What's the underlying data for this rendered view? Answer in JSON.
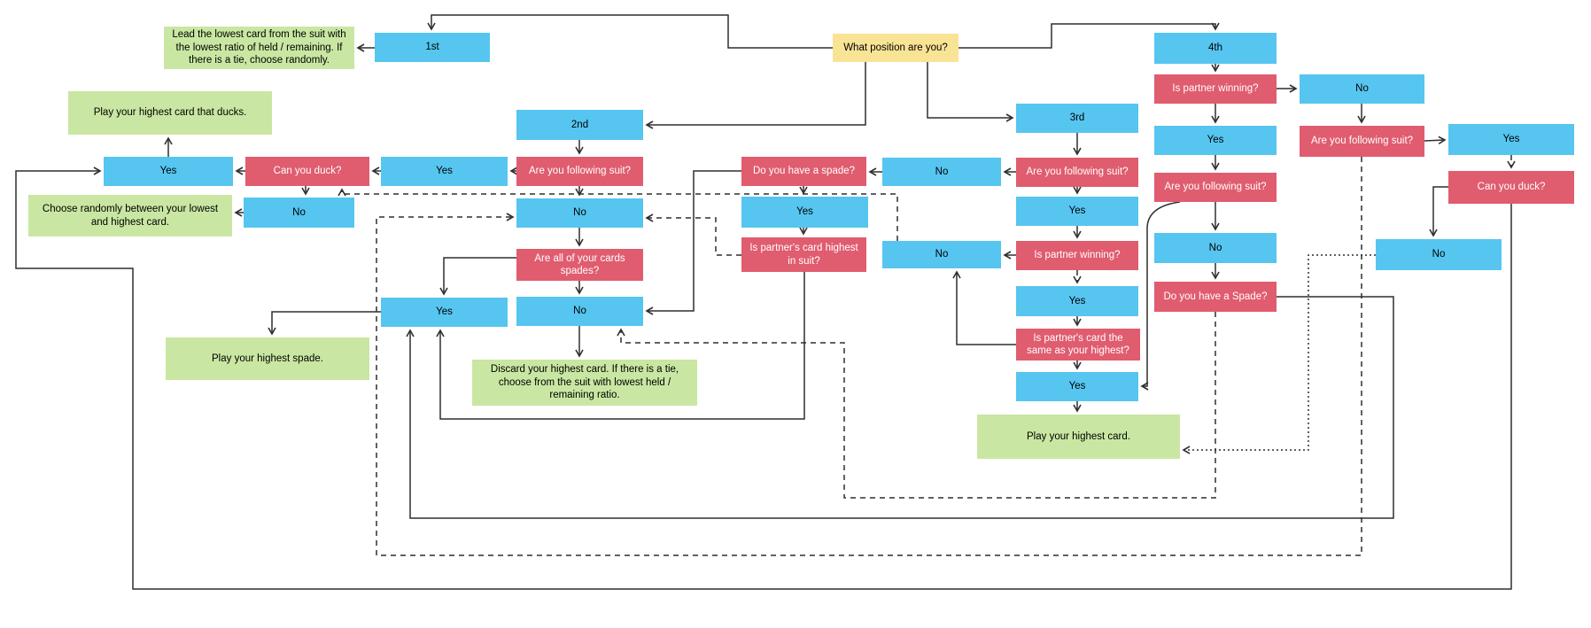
{
  "diagram": {
    "colors": {
      "decision_box": "#e05c6f",
      "answer_box": "#56c5f0",
      "action_box": "#c9e7a2",
      "start_box": "#f9e395",
      "connector": "#2f2f2f"
    },
    "nodes": {
      "start": {
        "label": "What position are you?"
      },
      "p1": {
        "label": "1st"
      },
      "p2": {
        "label": "2nd"
      },
      "p3": {
        "label": "3rd"
      },
      "p4": {
        "label": "4th"
      },
      "lead_lowest": {
        "label": "Lead the lowest card from the suit with the lowest ratio of held / remaining. If there is a tie, choose randomly."
      },
      "ducks_result": {
        "label": "Play your highest card that ducks."
      },
      "l_yes": {
        "label": "Yes"
      },
      "l_duck": {
        "label": "Can you duck?"
      },
      "l_duck_no": {
        "label": "No"
      },
      "choose_random": {
        "label": "Choose randomly between your lowest and highest card."
      },
      "p2_f_yes": {
        "label": "Yes"
      },
      "p2_following": {
        "label": "Are you following suit?"
      },
      "p2_f_no": {
        "label": "No"
      },
      "all_spades": {
        "label": "Are all of your cards spades?"
      },
      "as_yes": {
        "label": "Yes"
      },
      "as_no": {
        "label": "No"
      },
      "spade_result": {
        "label": "Play your highest spade."
      },
      "discard_result": {
        "label": "Discard your highest card. If there is a tie, choose from the suit with lowest held / remaining ratio."
      },
      "q_spade": {
        "label": "Do you have a spade?"
      },
      "q_spade_yes": {
        "label": "Yes"
      },
      "highest_in_suit": {
        "label": "Is partner's card highest in suit?"
      },
      "p3_f_no": {
        "label": "No"
      },
      "p3_following": {
        "label": "Are you following suit?"
      },
      "p3_f_yes": {
        "label": "Yes"
      },
      "p3_pw": {
        "label": "Is partner winning?"
      },
      "pw_no": {
        "label": "No"
      },
      "pw_yes": {
        "label": "Yes"
      },
      "same_highest": {
        "label": "Is partner's card the same as your highest?"
      },
      "sh_yes": {
        "label": "Yes"
      },
      "highest_result": {
        "label": "Play your highest card."
      },
      "p4_pw": {
        "label": "Is partner winning?"
      },
      "p4_pw_no": {
        "label": "No"
      },
      "p4_pw_yes": {
        "label": "Yes"
      },
      "p4_following": {
        "label": "Are you following suit?"
      },
      "p4_f_no": {
        "label": "No"
      },
      "p4_spade": {
        "label": "Do you have a Spade?"
      },
      "r_following": {
        "label": "Are you following suit?"
      },
      "r_f_yes": {
        "label": "Yes"
      },
      "r_duck": {
        "label": "Can you duck?"
      },
      "r_duck_no": {
        "label": "No"
      }
    }
  }
}
